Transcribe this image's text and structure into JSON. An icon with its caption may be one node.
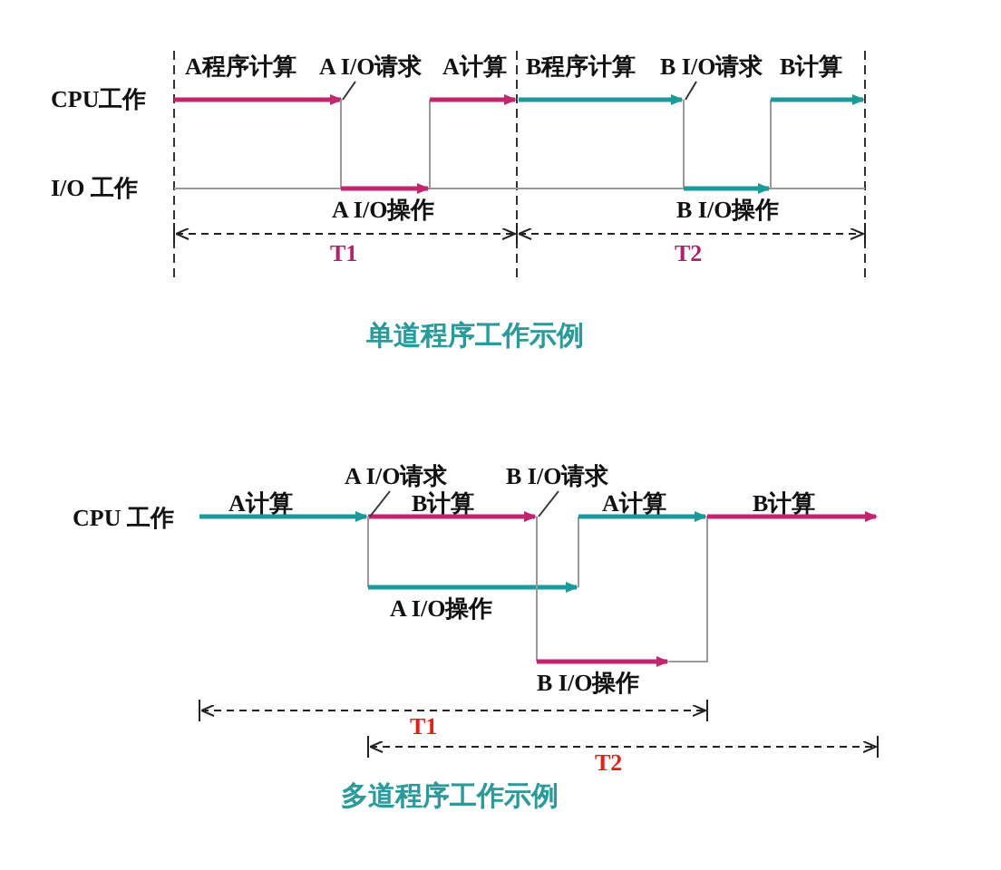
{
  "diagram": {
    "nodes": [
      {
        "text": [
          "A I/O请求"
        ]
      },
      {
        "text": [
          "B I/O请求"
        ]
      },
      {
        "text": [
          "A I/O请求"
        ]
      },
      {
        "text": [
          "B I/O请求"
        ]
      },
      {
        "text": [],
        "shape": "picture"
      },
      {
        "text": [],
        "shape": "picture"
      }
    ],
    "edges": [
      {
        "from": 0,
        "to": 4,
        "arrow": "none"
      },
      {
        "from": 1,
        "to": 4,
        "arrow": "none"
      },
      {
        "from": 2,
        "to": 5,
        "arrow": "none"
      },
      {
        "from": 3,
        "to": 5,
        "arrow": "none"
      }
    ],
    "labels": [
      "A程序计算",
      "A计算",
      "B程序计算",
      "B计算",
      "CPU工作",
      "I/O 工作",
      "A I/O操作",
      "B I/O操作",
      "T1",
      "T2",
      "单道程序工作示例",
      "A计算",
      "B计算",
      "A计算",
      "B计算",
      "CPU 工作",
      "A I/O操作",
      "B I/O操作",
      "T1",
      "T2",
      "多道程序工作示例"
    ]
  }
}
